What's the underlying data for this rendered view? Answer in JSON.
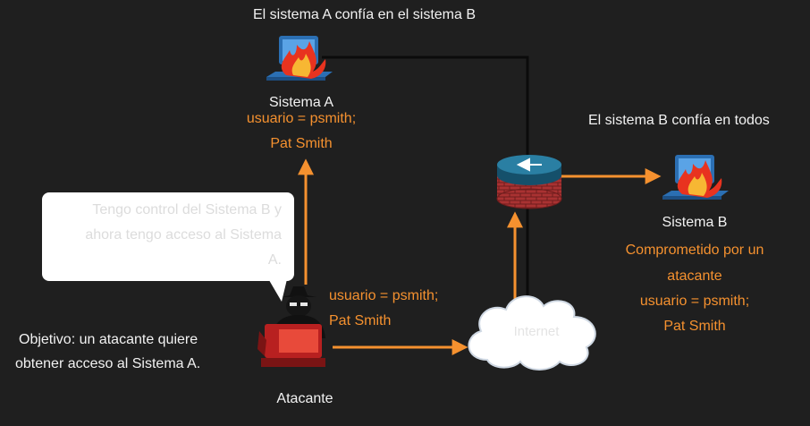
{
  "title_top": "El sistema A confía en el sistema B",
  "system_a": {
    "name": "Sistema A",
    "line1": "usuario = psmith;",
    "line2": "Pat Smith"
  },
  "system_b": {
    "trust_label": "El sistema B confía en todos",
    "name": "Sistema B",
    "status_line1": "Comprometido por un",
    "status_line2": "atacante",
    "line1": "usuario = psmith;",
    "line2": "Pat Smith"
  },
  "bubble": {
    "line1": "Tengo control del Sistema B y",
    "line2": "ahora tengo acceso al Sistema",
    "line3": "A."
  },
  "attacker": {
    "name": "Atacante",
    "line1": "usuario = psmith;",
    "line2": "Pat Smith"
  },
  "objective": {
    "line1": "Objetivo: un atacante quiere",
    "line2": "obtener acceso al Sistema A."
  },
  "cloud": {
    "label": "Internet"
  },
  "colors": {
    "background": "#1f1f1f",
    "accent_orange": "#f5912f",
    "text_white": "#f2f2f2",
    "connector_black": "#0b0b0b"
  },
  "icons": [
    "computer-fire-icon",
    "firewall-router-icon",
    "cloud-icon",
    "hacker-icon"
  ]
}
